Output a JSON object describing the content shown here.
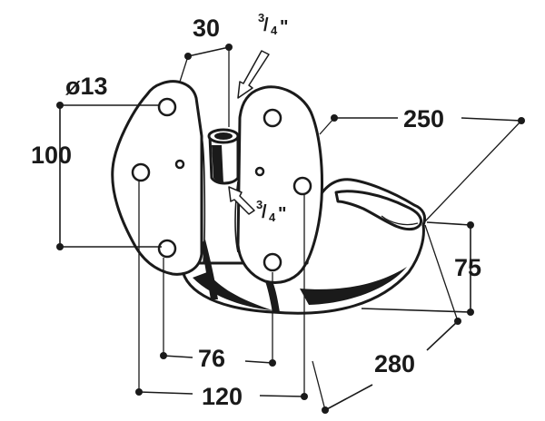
{
  "dimensions": {
    "pipe_gap": "30",
    "thread_top": "3/4\"",
    "thread_bottom": "3/4\"",
    "hole_diameter": "ø13",
    "height": "100",
    "width_top": "250",
    "bowl_depth": "75",
    "hole_spacing": "76",
    "plate_width": "120",
    "length": "280"
  },
  "fraction": {
    "numerator": "3",
    "denominator": "4",
    "suffix": "\""
  },
  "colors": {
    "ink": "#1a1a1a",
    "background": "#ffffff"
  }
}
